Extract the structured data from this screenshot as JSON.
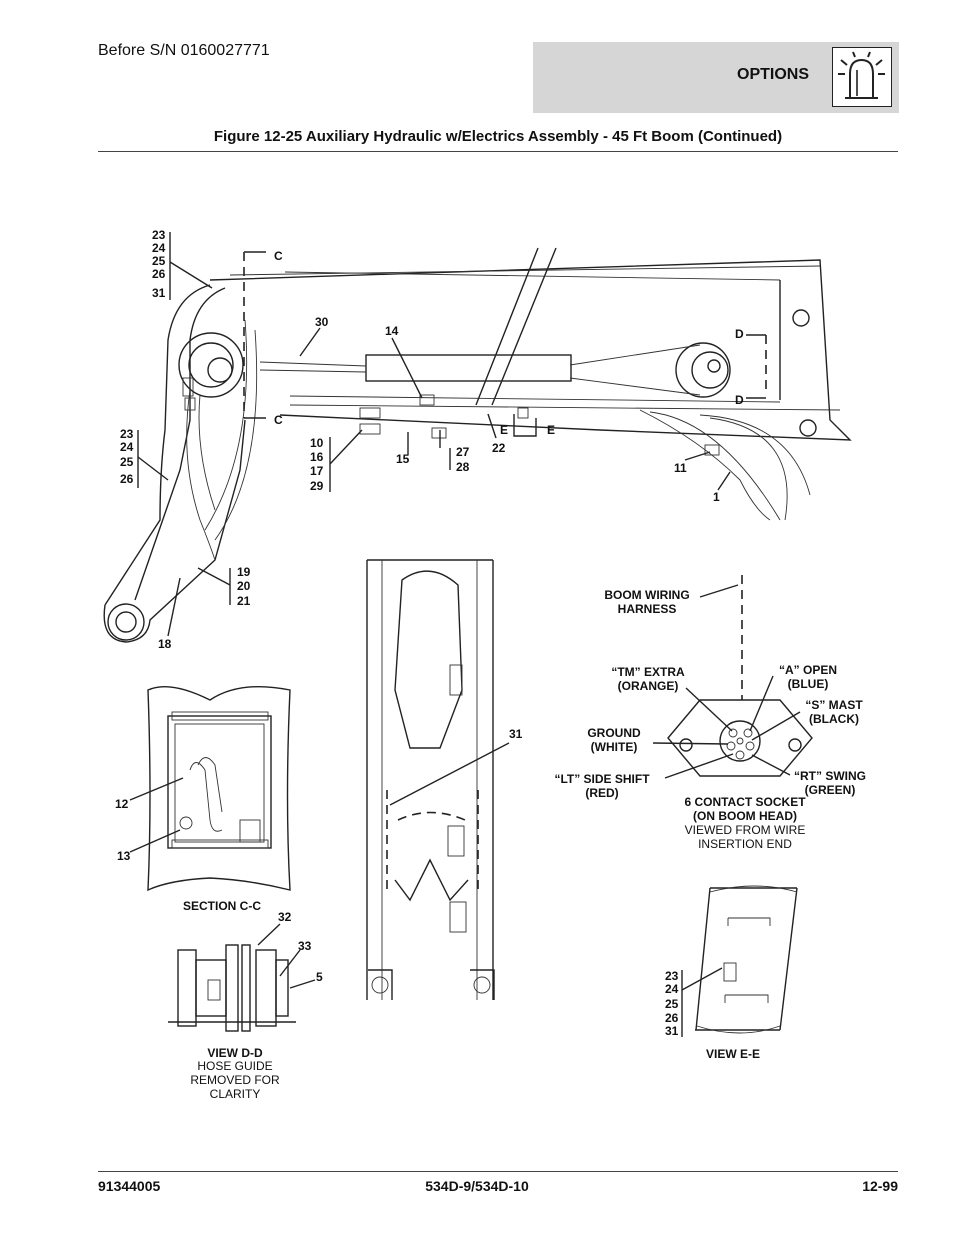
{
  "header": {
    "serial": "Before S/N 0160027771",
    "section": "OPTIONS",
    "section_icon": "beacon-light-icon"
  },
  "figure": {
    "title": "Figure 12-25 Auxiliary Hydraulic w/Electrics Assembly - 45 Ft Boom (Continued)"
  },
  "callouts": {
    "top_left_stack": [
      "23",
      "24",
      "25",
      "26",
      "31"
    ],
    "mid_left_stack": [
      "23",
      "24",
      "25",
      "26"
    ],
    "stack_10": [
      "10",
      "16",
      "17",
      "29"
    ],
    "stack_19": [
      "19",
      "20",
      "21"
    ],
    "stack_27": [
      "27",
      "28"
    ],
    "section_c": "C",
    "section_d": "D",
    "section_e": "E",
    "n30": "30",
    "n14": "14",
    "n15": "15",
    "n22": "22",
    "n11": "11",
    "n1": "1",
    "n18": "18",
    "n31": "31",
    "n12": "12",
    "n13": "13",
    "n32": "32",
    "n33": "33",
    "n5": "5",
    "view_e_stack": [
      "23",
      "24",
      "25",
      "26",
      "31"
    ]
  },
  "socket": {
    "harness": [
      "BOOM WIRING",
      "HARNESS"
    ],
    "tm": [
      "“TM” EXTRA",
      "(ORANGE)"
    ],
    "a": [
      "“A” OPEN",
      "(BLUE)"
    ],
    "s": [
      "“S” MAST",
      "(BLACK)"
    ],
    "ground": [
      "GROUND",
      "(WHITE)"
    ],
    "lt": [
      "“LT” SIDE SHIFT",
      "(RED)"
    ],
    "rt": [
      "“RT” SWING",
      "(GREEN)"
    ],
    "socket_title": [
      "6 CONTACT SOCKET",
      "(ON BOOM HEAD)"
    ],
    "socket_note": [
      "VIEWED FROM WIRE",
      "INSERTION END"
    ]
  },
  "views": {
    "section_cc": "SECTION C-C",
    "view_dd": "VIEW D-D",
    "view_dd_note": [
      "HOSE GUIDE",
      "REMOVED FOR",
      "CLARITY"
    ],
    "view_ee": "VIEW E-E"
  },
  "footer": {
    "doc_number": "91344005",
    "model": "534D-9/534D-10",
    "page": "12-99"
  }
}
